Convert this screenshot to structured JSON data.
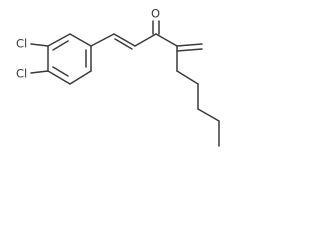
{
  "molecule": {
    "atoms": {
      "cl_top": "Cl",
      "cl_bottom": "Cl",
      "oxygen": "O"
    },
    "colors": {
      "bond": "#3a3a3a",
      "background": "#ffffff"
    }
  }
}
